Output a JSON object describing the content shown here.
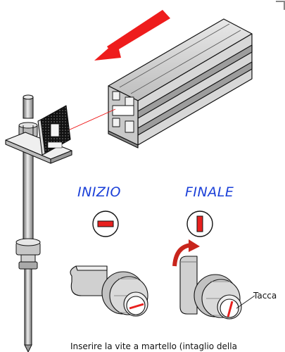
{
  "labels": {
    "start": "INIZIO",
    "end": "FINALE",
    "notch": "Tacca",
    "caption": "Inserire la vite a martello (intaglio della"
  },
  "colors": {
    "arrow": "#ee1c1c",
    "label_blue": "#1a3fd8",
    "indicator_red": "#e8211f",
    "rotate_arrow": "#c8251c"
  },
  "icons": [
    "direction-arrow-icon",
    "horizontal-slot-icon",
    "vertical-slot-icon",
    "rotate-arrow-icon"
  ]
}
